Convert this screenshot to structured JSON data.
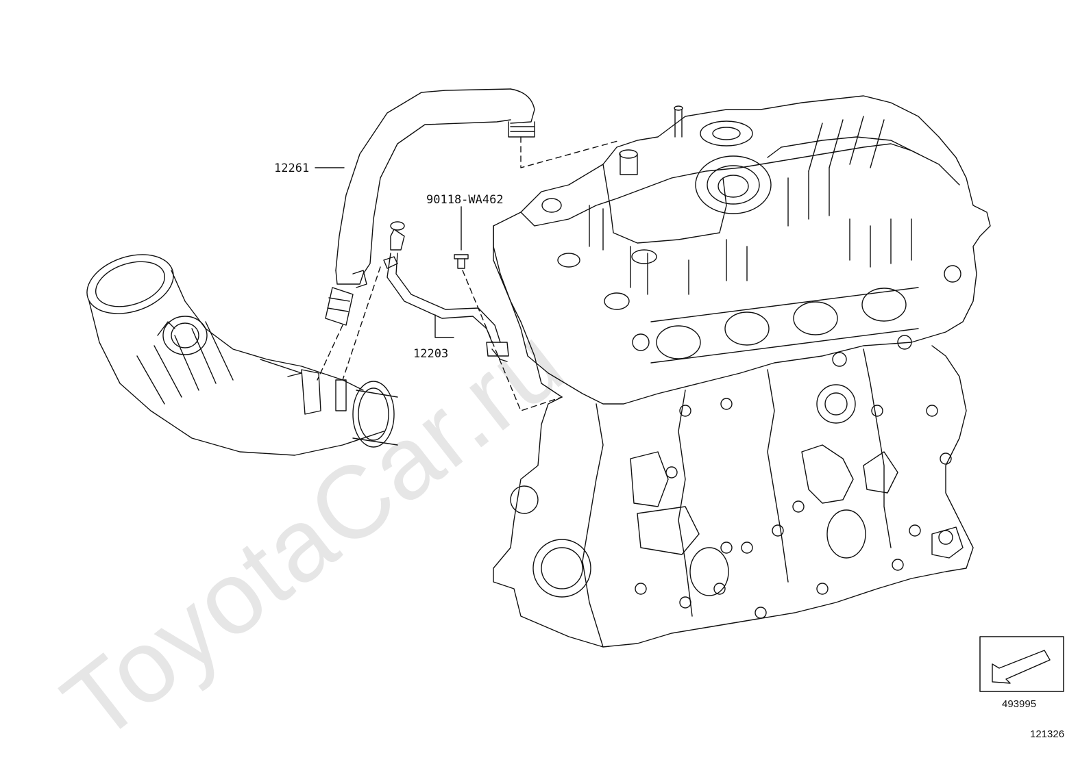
{
  "watermark": "ToyotaCar.ru",
  "parts": {
    "hose": "12261",
    "bolt": "90118-WA462",
    "pipe": "12203"
  },
  "reference_box": {
    "code": "493995"
  },
  "figure_number": "121326"
}
